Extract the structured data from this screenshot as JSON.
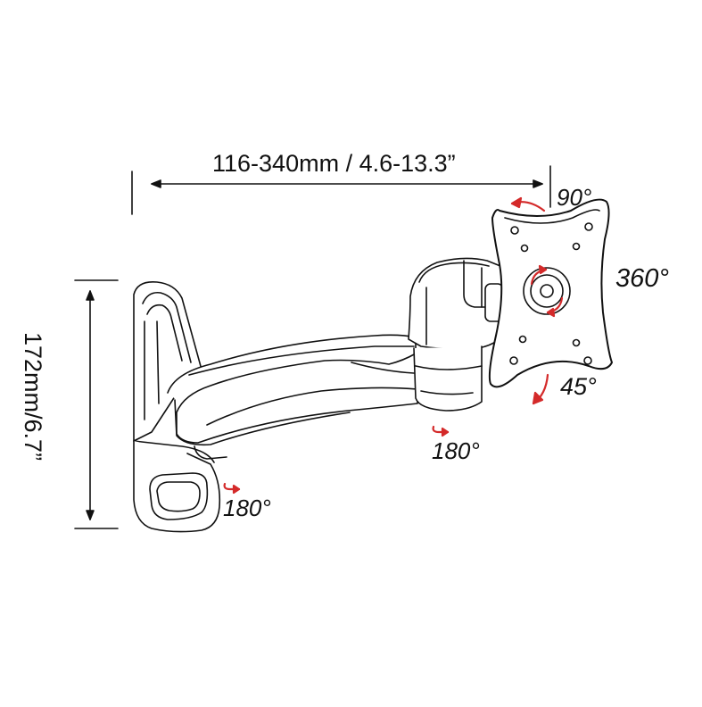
{
  "labels": {
    "width_range": "116-340mm / 4.6-13.3”",
    "height": "172mm/6.7”",
    "tilt_up": "90°",
    "rotation": "360°",
    "tilt_down": "45°",
    "swivel_arm": "180°",
    "swivel_base": "180°"
  },
  "colors": {
    "line": "#111111",
    "accent": "#d42a2a",
    "fill": "#ffffff"
  }
}
